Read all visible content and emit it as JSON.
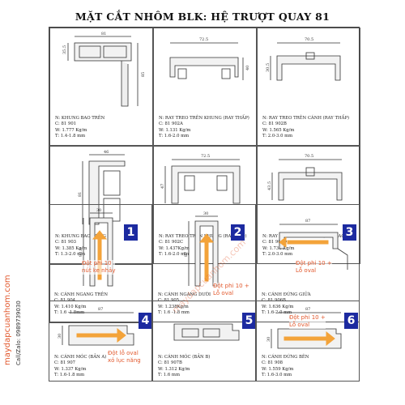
{
  "title": "MẶT CẮT NHÔM BLK: HỆ TRƯỢT QUAY 81",
  "watermark": "maydapcuanhom.com",
  "side_text": {
    "site": "maydapcuanhom.com",
    "contact": "Call/Zalo: 0989739030"
  },
  "cells": [
    {
      "name": "N: KHUNG BAO TRÊN",
      "code": "C: 81 901",
      "weight": "W: 1.777 Kg/m",
      "thick": "T: 1.4-1.8 mm",
      "dims": [
        "81",
        "35.5",
        "85"
      ]
    },
    {
      "name": "N: RAY TREO TRÊN KHUNG (RAY THẤP)",
      "code": "C: 81 902A",
      "weight": "W: 1.131 Kg/m",
      "thick": "T: 1.6-2.0 mm",
      "dims": [
        "72.5",
        "40"
      ]
    },
    {
      "name": "N: RAY TREO TRÊN CÁNH (RAY THẤP)",
      "code": "C: 81 902B",
      "weight": "W: 1.565 Kg/m",
      "thick": "T: 2.0-3.0 mm",
      "dims": [
        "70.5",
        "30.5"
      ]
    },
    {
      "name": "N: KHUNG BAO ĐỨNG",
      "code": "C: 81 903",
      "weight": "W: 1.385 Kg/m",
      "thick": "T: 1.3-2.0 mm",
      "dims": [
        "46",
        "81"
      ]
    },
    {
      "name": "N: RAY TREO TRÊN KHUNG (RAY CAO)",
      "code": "C: 81 902C",
      "weight": "W: 1.437Kg/m",
      "thick": "T: 1.6-2.0 mm",
      "dims": [
        "72.5",
        "47"
      ]
    },
    {
      "name": "N: RAY TREO TRÊN CÁNH (RAY CAO)",
      "code": "C: 81 902D",
      "weight": "W: 1.736 Kg/m",
      "thick": "T: 2.0-3.0 mm",
      "dims": [
        "70.5",
        "43.5"
      ]
    },
    {
      "name": "N: CÁNH NGANG TRÊN",
      "code": "C: 81 904",
      "weight": "W: 1.410 Kg/m",
      "thick": "T: 1.6 -1.8mm",
      "dims": [
        "30",
        "93.5"
      ],
      "badge": "1",
      "note": "Đột phi 10\nnút ke nhảy"
    },
    {
      "name": "N: CÁNH NGANG DƯỚI",
      "code": "C: 81 905",
      "weight": "W: 1.238Kg/m",
      "thick": "T: 1.6 -1.8 mm",
      "dims": [
        "30",
        "87"
      ],
      "badge": "2",
      "note": "Đột phi 10 +\nLỗ oval"
    },
    {
      "name": "N: CÁNH ĐỨNG GIỮA",
      "code": "C: 81 906B",
      "weight": "W: 1.636 Kg/m",
      "thick": "T: 1.6-2.0 mm",
      "dims": [
        "87"
      ],
      "badge": "3",
      "note": "Đột phi 10 +\nLỗ oval"
    },
    {
      "name": "N: CÁNH MÓC (BẢN A)",
      "code": "C: 81 907",
      "weight": "W: 1.337 Kg/m",
      "thick": "T: 1.6-1.8 mm",
      "dims": [
        "87",
        "30"
      ],
      "badge": "4",
      "note": "Đột lỗ oval\nxỏ lục năng"
    },
    {
      "name": "N: CÁNH MÓC (BẢN B)",
      "code": "C: 81 907B",
      "weight": "W: 1.312 Kg/m",
      "thick": "T: 1.6 mm",
      "dims": [],
      "badge": "5"
    },
    {
      "name": "N: CÁNH ĐỨNG BÊN",
      "code": "C: 81 908",
      "weight": "W: 1.559 Kg/m",
      "thick": "T: 1.6-3.0 mm",
      "dims": [
        "87",
        "30"
      ],
      "badge": "6",
      "note": "Đột phi 10 +\nLỗ oval"
    }
  ]
}
